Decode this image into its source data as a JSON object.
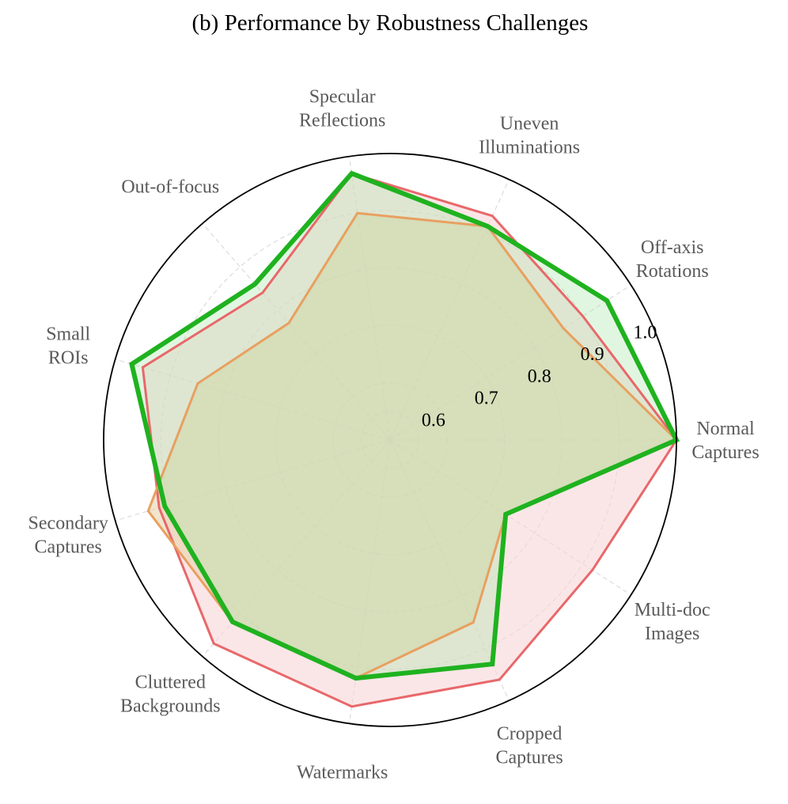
{
  "chart_data": {
    "type": "radar",
    "title": "(b) Performance by Robustness Challenges",
    "categories": [
      [
        "Normal",
        "Captures"
      ],
      [
        "Off-axis",
        "Rotations"
      ],
      [
        "Uneven",
        "Illuminations"
      ],
      [
        "Specular",
        "Reflections"
      ],
      [
        "Out-of-focus"
      ],
      [
        "Small",
        "ROIs"
      ],
      [
        "Secondary",
        "Captures"
      ],
      [
        "Cluttered",
        "Backgrounds"
      ],
      [
        "Watermarks"
      ],
      [
        "Cropped",
        "Captures"
      ],
      [
        "Multi-doc",
        "Images"
      ]
    ],
    "rlim": [
      0.5,
      1.0
    ],
    "ticks": [
      0.6,
      0.7,
      0.8,
      0.9,
      1.0
    ],
    "tick_labels": [
      "0.6",
      "0.7",
      "0.8",
      "0.9",
      "1.0"
    ],
    "grid": true,
    "series": [
      {
        "color": "#e8686a",
        "fill": "#f9d6d7",
        "fill_opacity": 0.6,
        "stroke_width": 3.0,
        "values": [
          1.0,
          0.9,
          0.93,
          0.97,
          0.84,
          0.95,
          0.92,
          0.97,
          0.97,
          0.96,
          0.92
        ]
      },
      {
        "color": "#e8a060",
        "fill": "#e6cfa8",
        "fill_opacity": 0.55,
        "stroke_width": 3.0,
        "values": [
          1.0,
          0.86,
          0.91,
          0.9,
          0.77,
          0.85,
          0.94,
          0.92,
          0.92,
          0.85,
          0.74
        ]
      },
      {
        "color": "#1fb21f",
        "fill": "#a8e6a8",
        "fill_opacity": 0.35,
        "stroke_width": 6.0,
        "values": [
          1.0,
          0.95,
          0.91,
          0.97,
          0.86,
          0.97,
          0.91,
          0.92,
          0.92,
          0.93,
          0.74
        ]
      }
    ]
  }
}
